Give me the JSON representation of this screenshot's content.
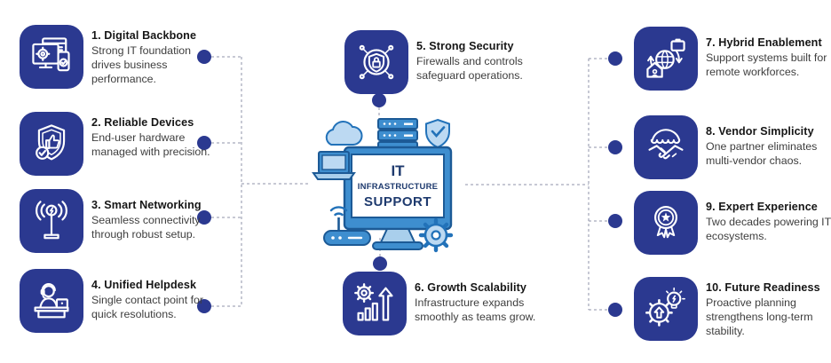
{
  "title": "IT Infrastructure Support infographic",
  "colors": {
    "tile": "#2b3990",
    "dot": "#2b3990",
    "connector": "#8f93a8",
    "title_text": "#161616",
    "body_text": "#3e3e3e",
    "monitor_text": "#1e3a6e",
    "illo_primary": "#3e8ecf",
    "illo_light": "#bcd9f2",
    "illo_outline": "#1c5a96"
  },
  "center": {
    "line1": "IT",
    "line2": "INFRASTRUCTURE",
    "line3": "SUPPORT"
  },
  "items": [
    {
      "title": "1. Digital Backbone",
      "description": "Strong IT foundation drives business performance.",
      "icon": "monitor-gear-phone-icon"
    },
    {
      "title": "2. Reliable Devices",
      "description": "End-user hardware managed with precision.",
      "icon": "shield-thumbs-up-icon"
    },
    {
      "title": "3. Smart Networking",
      "description": "Seamless connectivity through robust setup.",
      "icon": "antenna-signal-icon"
    },
    {
      "title": "4. Unified Helpdesk",
      "description": "Single contact point for quick resolutions.",
      "icon": "support-agent-icon"
    },
    {
      "title": "5. Strong Security",
      "description": "Firewalls and controls safeguard operations.",
      "icon": "lock-shield-circuit-icon"
    },
    {
      "title": "6. Growth Scalability",
      "description": "Infrastructure expands smoothly as teams grow.",
      "icon": "gear-bars-arrow-icon"
    },
    {
      "title": "7. Hybrid Enablement",
      "description": "Support systems built for remote workforces.",
      "icon": "globe-home-briefcase-icon"
    },
    {
      "title": "8. Vendor Simplicity",
      "description": "One partner eliminates multi-vendor chaos.",
      "icon": "storefront-handshake-icon"
    },
    {
      "title": "9. Expert Experience",
      "description": "Two decades powering IT ecosystems.",
      "icon": "award-ribbon-star-icon"
    },
    {
      "title": "10. Future Readiness",
      "description": "Proactive planning strengthens long-term stability.",
      "icon": "gear-lightbulb-icon"
    }
  ]
}
